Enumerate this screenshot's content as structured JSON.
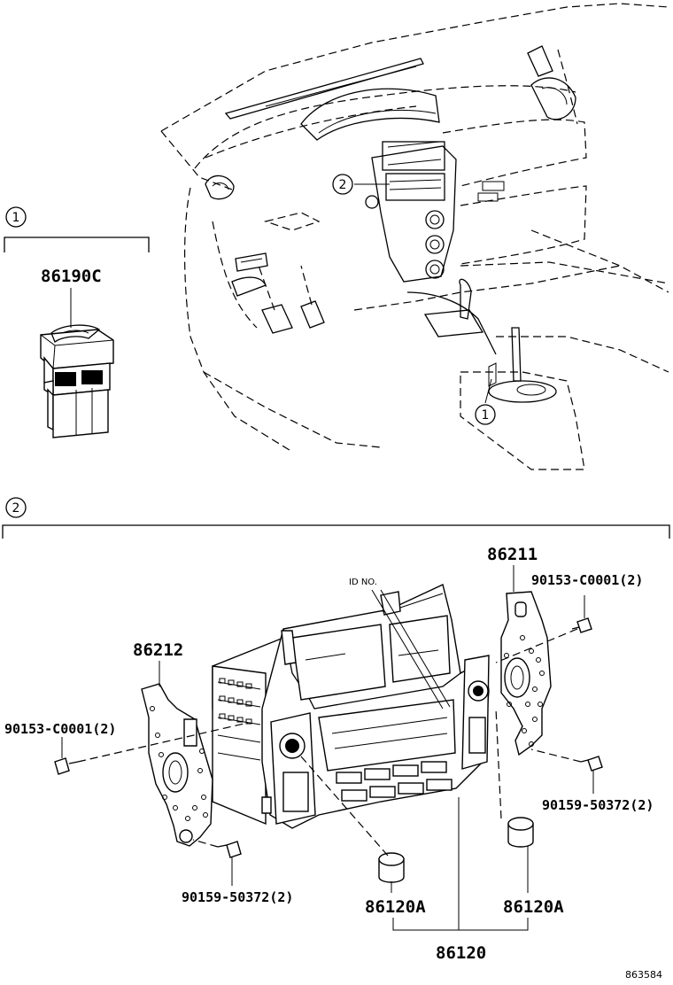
{
  "callouts": {
    "ref1": "1",
    "ref2": "2"
  },
  "labels": {
    "switch_part": "86190C",
    "bracket_right": "86211",
    "bracket_left": "86212",
    "screw_upper_right": "90153-C0001(2)",
    "screw_upper_left": "90153-C0001(2)",
    "screw_lower_right": "90159-50372(2)",
    "screw_lower_left": "90159-50372(2)",
    "knob_left": "86120A",
    "knob_right": "86120A",
    "radio_assembly": "86120",
    "id_note": "ID NO.",
    "diagram_number": "863584"
  }
}
